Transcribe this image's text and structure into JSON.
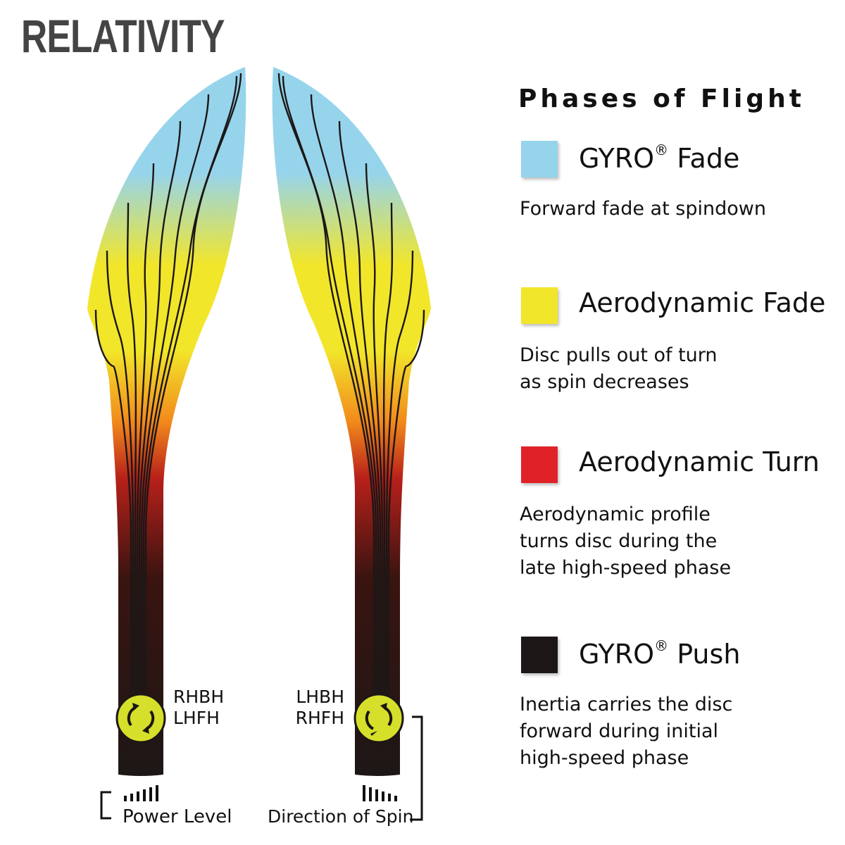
{
  "brand": {
    "title": "RELATIVITY"
  },
  "legend": {
    "title": "Phases of Flight",
    "phases": [
      {
        "name": "GYRO",
        "mark": "®",
        "suffix": "Fade",
        "color": "#96d4ec",
        "description": "Forward fade at spindown"
      },
      {
        "name": "Aerodynamic Fade",
        "mark": "",
        "suffix": "",
        "color": "#f2e62a",
        "description": "Disc pulls out of turn\nas spin decreases"
      },
      {
        "name": "Aerodynamic Turn",
        "mark": "",
        "suffix": "",
        "color": "#e02228",
        "description": "Aerodynamic profile\nturns disc during the\nlate high-speed phase"
      },
      {
        "name": "GYRO",
        "mark": "®",
        "suffix": "Push",
        "color": "#1c1716",
        "description": "Inertia carries the disc\nforward during initial\nhigh-speed phase"
      }
    ]
  },
  "throws": {
    "left": [
      "RHBH",
      "LHFH"
    ],
    "right": [
      "LHBH",
      "RHFH"
    ]
  },
  "labels": {
    "power_level": "Power Level",
    "direction_of_spin": "Direction of Spin"
  },
  "colors": {
    "gyro_fade": "#96d4ec",
    "aero_fade": "#f2e62a",
    "aero_orange": "#f28a1c",
    "aero_turn": "#e02228",
    "gyro_push": "#1c1716",
    "spin_badge": "#d6e02a"
  }
}
